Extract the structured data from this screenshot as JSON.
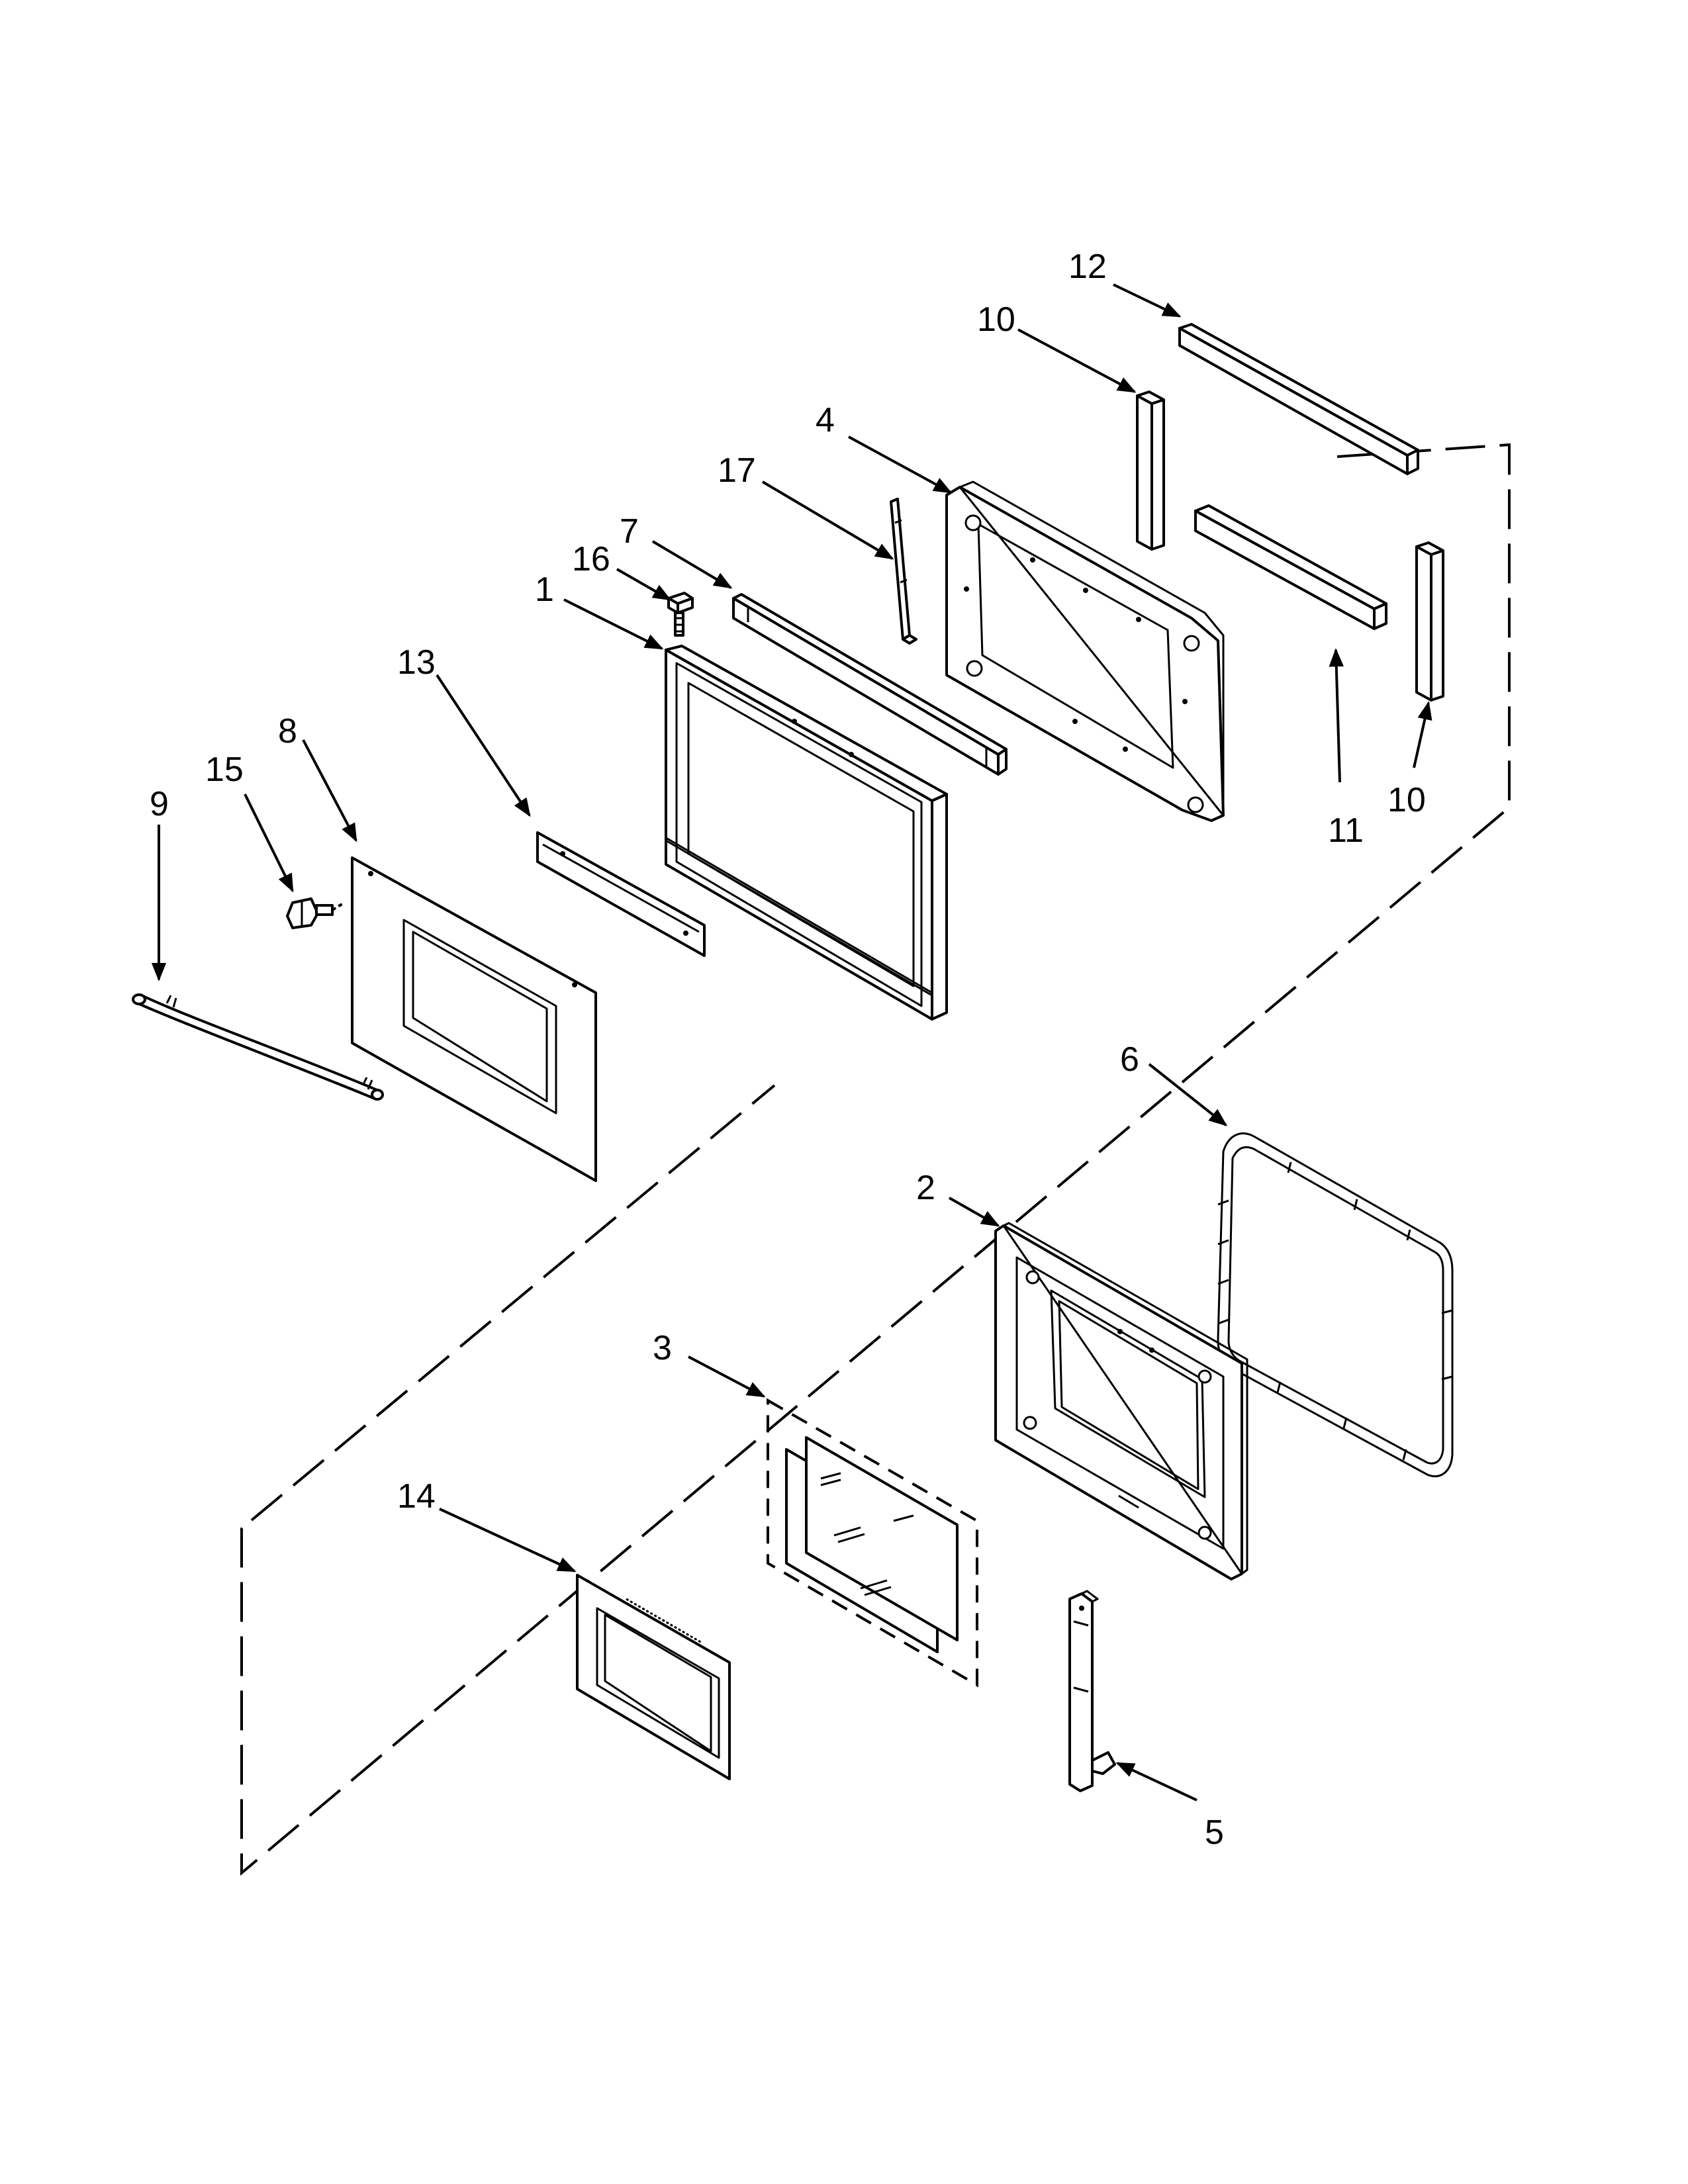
{
  "labels": {
    "p1": "1",
    "p2": "2",
    "p3": "3",
    "p4": "4",
    "p5": "5",
    "p6": "6",
    "p7": "7",
    "p8": "8",
    "p9": "9",
    "p10a": "10",
    "p10b": "10",
    "p11": "11",
    "p12": "12",
    "p13": "13",
    "p14": "14",
    "p15": "15",
    "p16": "16",
    "p17": "17"
  }
}
